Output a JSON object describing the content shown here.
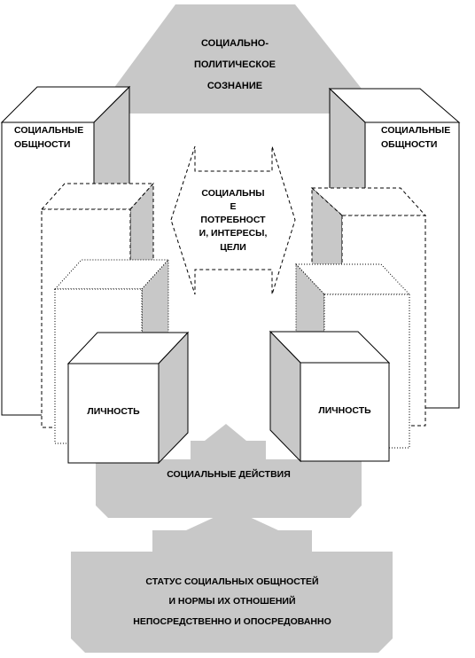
{
  "diagram": {
    "top_block": {
      "lines": [
        "СОЦИАЛЬНО-",
        "ПОЛИТИЧЕСКОЕ",
        "СОЗНАНИЕ"
      ]
    },
    "left_community": {
      "lines": [
        "СОЦИАЛЬНЫЕ",
        "ОБЩНОСТИ"
      ]
    },
    "right_community": {
      "lines": [
        "СОЦИАЛЬНЫЕ",
        "ОБЩНОСТИ"
      ]
    },
    "center_arrow": {
      "lines": [
        "СОЦИАЛЬНЫ",
        "Е",
        "ПОТРЕБНОСТ",
        "И, ИНТЕРЕСЫ,",
        "ЦЕЛИ"
      ]
    },
    "left_person": {
      "label": "ЛИЧНОСТЬ"
    },
    "right_person": {
      "label": "ЛИЧНОСТЬ"
    },
    "actions": {
      "label": "СОЦИАЛЬНЫЕ  ДЕЙСТВИЯ"
    },
    "bottom_block": {
      "lines": [
        "СТАТУС СОЦИАЛЬНЫХ ОБЩНОСТЕЙ",
        "И НОРМЫ ИХ ОТНОШЕНИЙ",
        "НЕПОСРЕДСТВЕННО  И ОПОСРЕДОВАННО"
      ]
    },
    "colors": {
      "gray": "#c8c8c8",
      "stroke": "#000000",
      "fill": "#ffffff"
    }
  }
}
